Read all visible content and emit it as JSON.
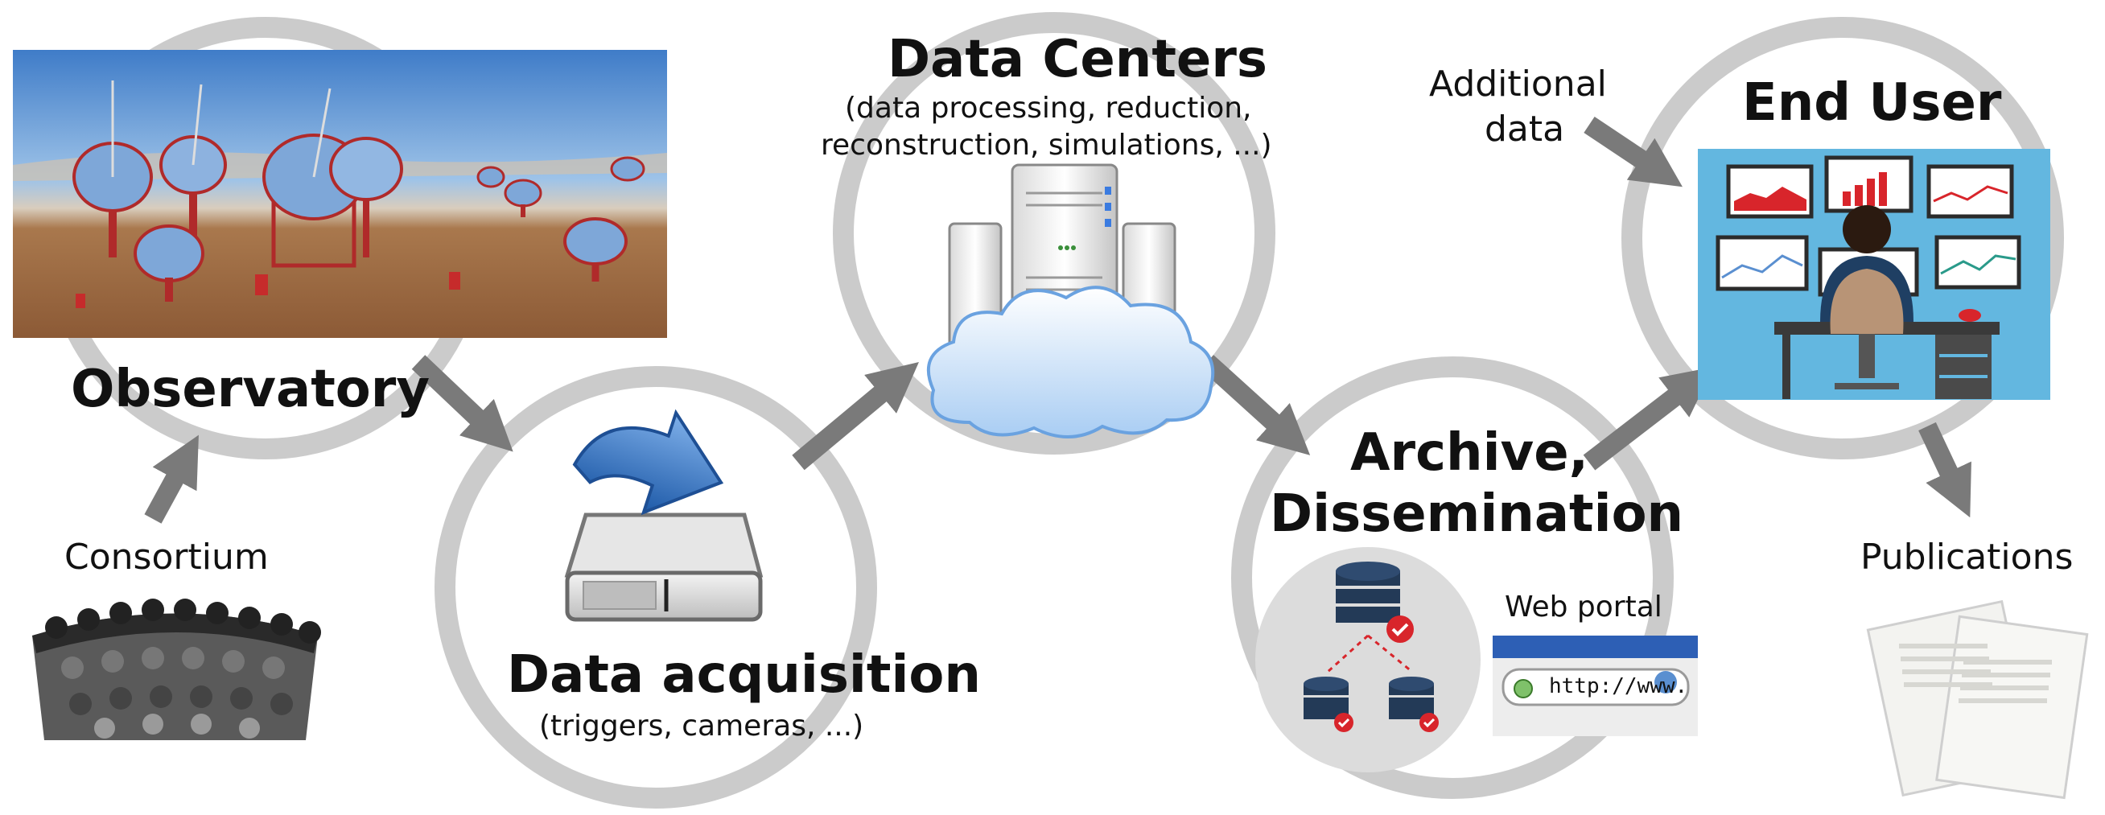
{
  "labels": {
    "observatory": "Observatory",
    "consortium": "Consortium",
    "acquisition_title": "Data acquisition",
    "acquisition_sub": "(triggers, cameras, ...)",
    "centers_title": "Data Centers",
    "centers_sub_1": "(data processing, reduction,",
    "centers_sub_2": "reconstruction, simulations, ...)",
    "archive_title_1": "Archive,",
    "archive_title_2": "Dissemination",
    "web_portal": "Web portal",
    "url_text": "http://www.",
    "additional_1": "Additional",
    "additional_2": "data",
    "end_user": "End User",
    "publications": "Publications"
  },
  "icons": {
    "observatory": "telescope-array-photo",
    "consortium": "crowd-icon",
    "acquisition": "drive-download-icon",
    "centers": "server-cloud-icon",
    "archive": "database-network-icon",
    "web": "browser-url-icon",
    "end_user": "analyst-workstation-icon",
    "publications": "papers-icon"
  },
  "colors": {
    "ring": "#cbcbcb",
    "arrow": "#7a7a7a",
    "sky": "#5a8fd0",
    "dish": "#7ea7d8",
    "mount": "#b02a2a",
    "drive_blue": "#2f6fbf",
    "cloud": "#cfe4fa",
    "db": "#233a57",
    "check": "#d8252b",
    "office_bg": "#63b7e0"
  }
}
